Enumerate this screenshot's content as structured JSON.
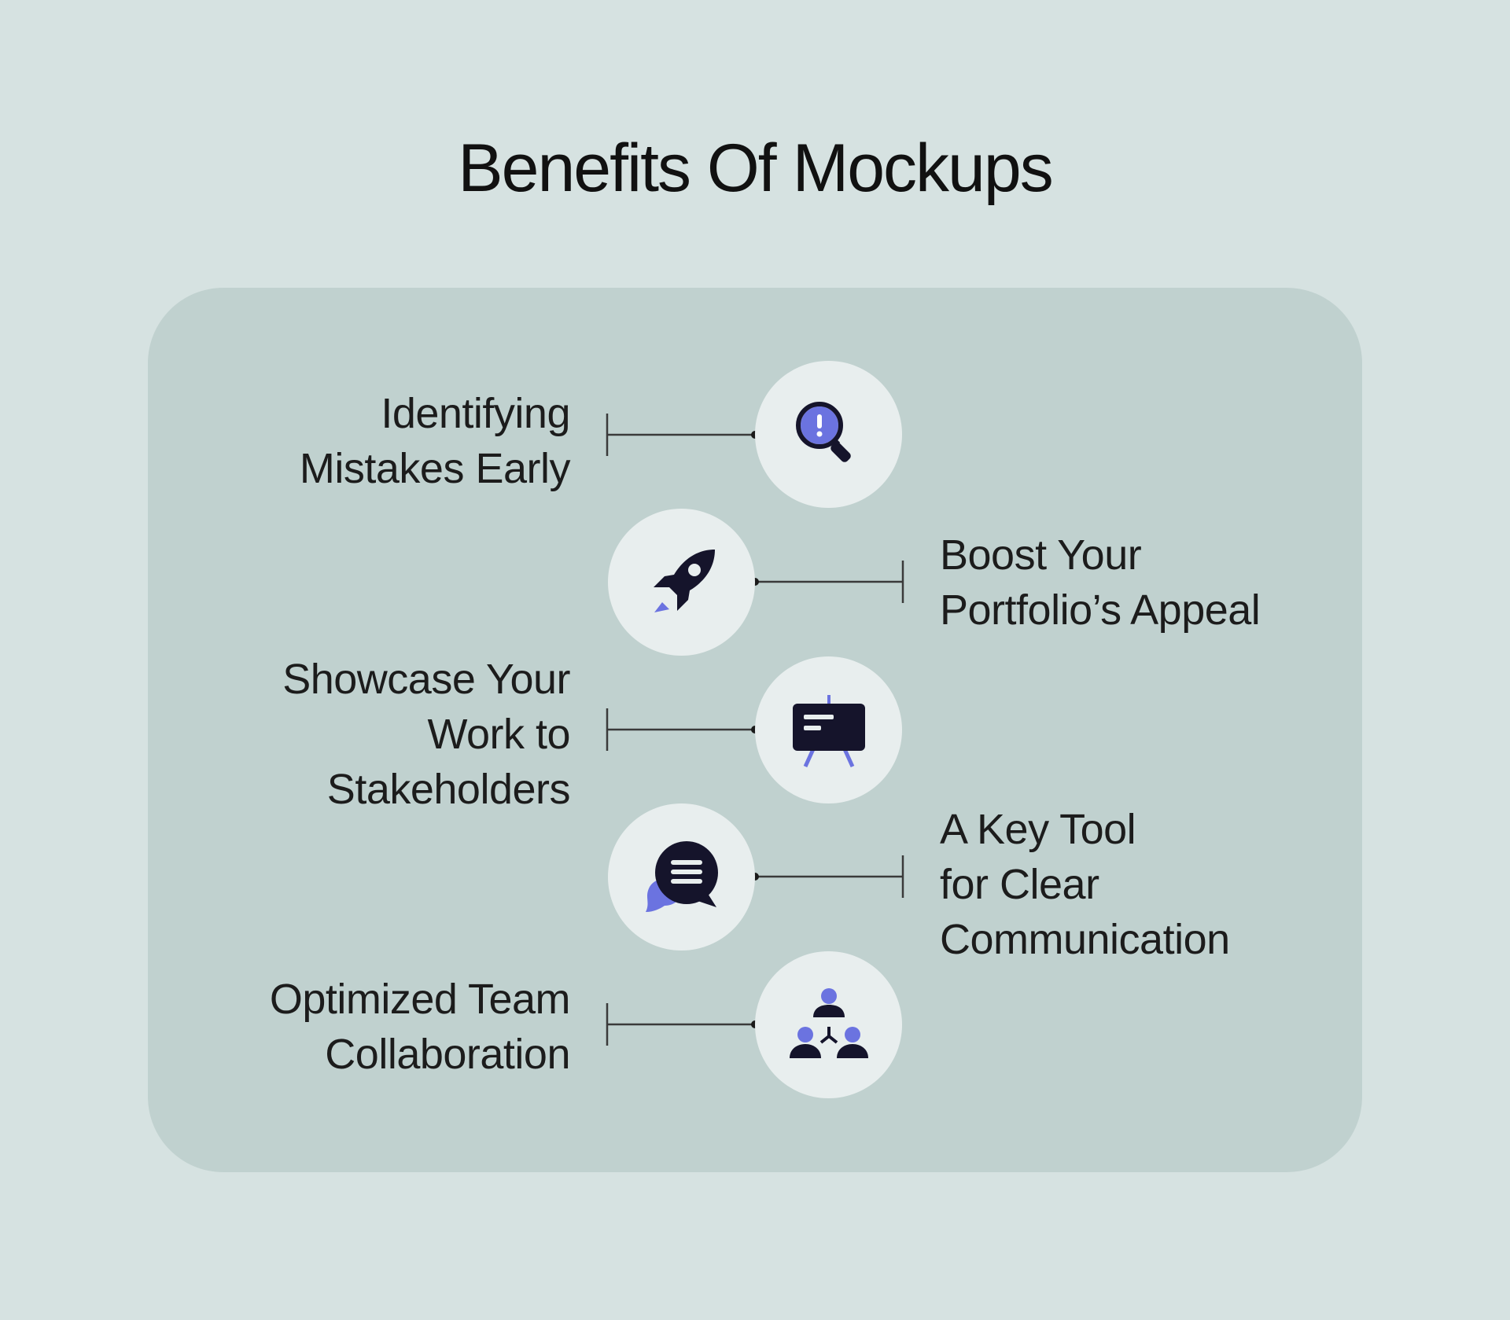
{
  "title": "Benefits Of Mockups",
  "colors": {
    "background": "#d6e2e1",
    "panel": "#c0d1cf",
    "node": "#e8eeee",
    "icon_dark": "#15142b",
    "icon_accent": "#6b73e0"
  },
  "benefits": [
    {
      "label": "Identifying\nMistakes Early",
      "icon": "magnifier-alert-icon",
      "side": "left"
    },
    {
      "label": "Boost Your\nPortfolio’s Appeal",
      "icon": "rocket-icon",
      "side": "right"
    },
    {
      "label": "Showcase Your\nWork to\nStakeholders",
      "icon": "presentation-board-icon",
      "side": "left"
    },
    {
      "label": "A Key Tool\nfor Clear\nCommunication",
      "icon": "chat-bubbles-icon",
      "side": "right"
    },
    {
      "label": "Optimized Team\nCollaboration",
      "icon": "team-network-icon",
      "side": "left"
    }
  ]
}
